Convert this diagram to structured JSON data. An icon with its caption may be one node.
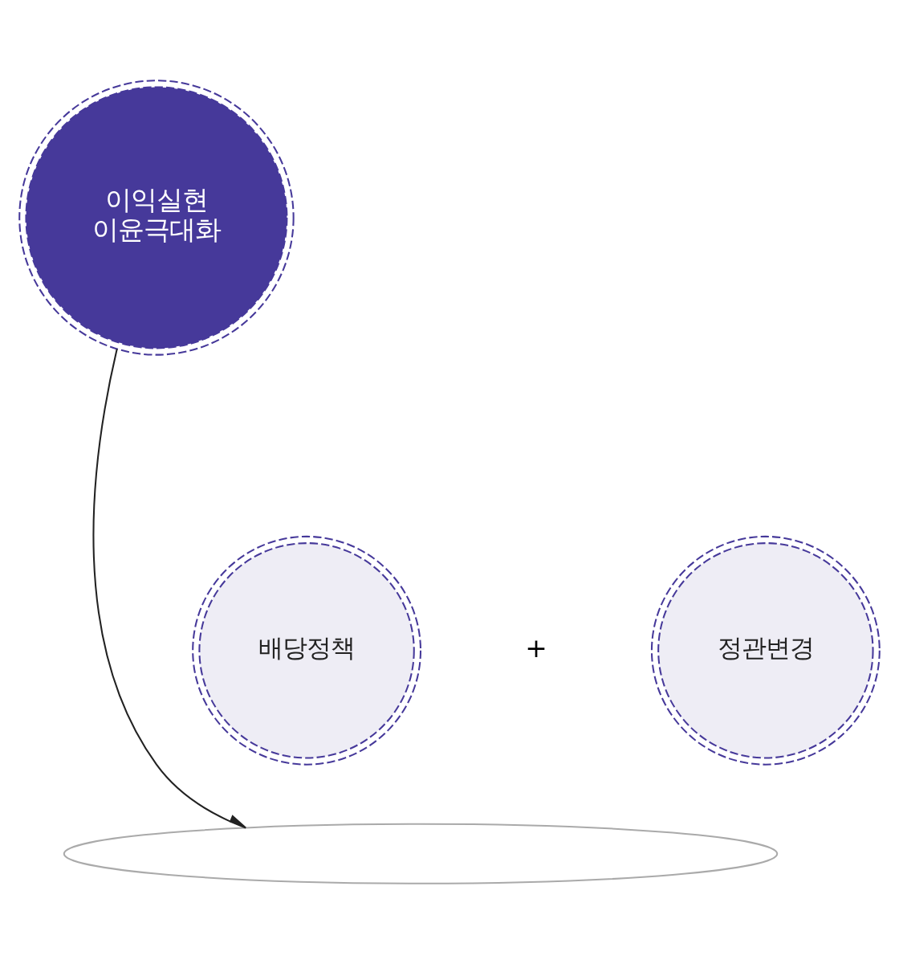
{
  "diagram": {
    "nodes": [
      {
        "text": [
          "이익실현 이윤극대화"
        ]
      },
      {
        "text": [
          "배당정책"
        ]
      },
      {
        "text": [
          "정관변경"
        ]
      },
      {
        "text": [],
        "shape": "ellipse"
      }
    ],
    "edges": [
      {
        "from": 0,
        "to": 3,
        "arrow": "to"
      }
    ],
    "labels": [
      "+"
    ]
  }
}
